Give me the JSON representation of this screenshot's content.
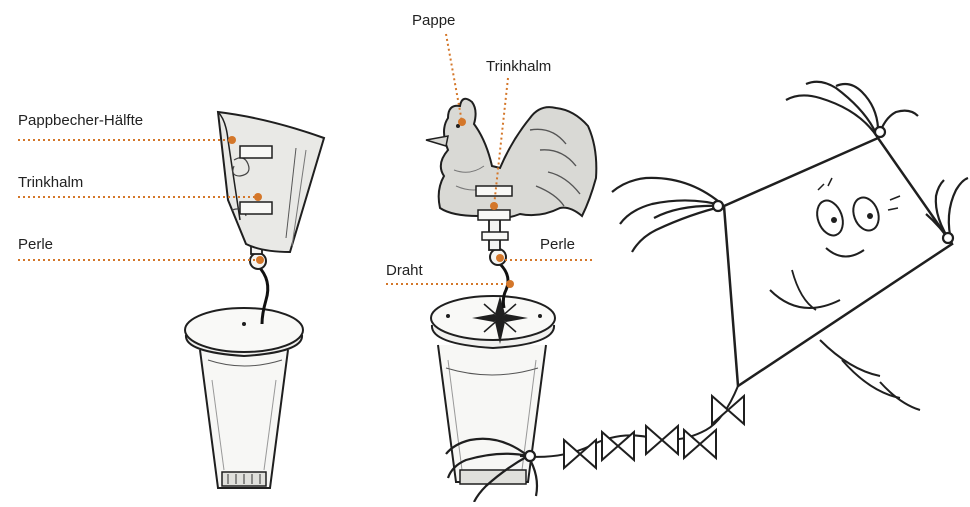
{
  "colors": {
    "leader": "#d4772a",
    "ink": "#1f1f1f",
    "paper": "#efefed",
    "shade": "#d6d6d2"
  },
  "labels": {
    "pappbecher": "Pappbecher-Hälfte",
    "trinkhalm_left": "Trinkhalm",
    "perle_left": "Perle",
    "pappe": "Pappe",
    "trinkhalm_right": "Trinkhalm",
    "perle_right": "Perle",
    "draht": "Draht"
  }
}
